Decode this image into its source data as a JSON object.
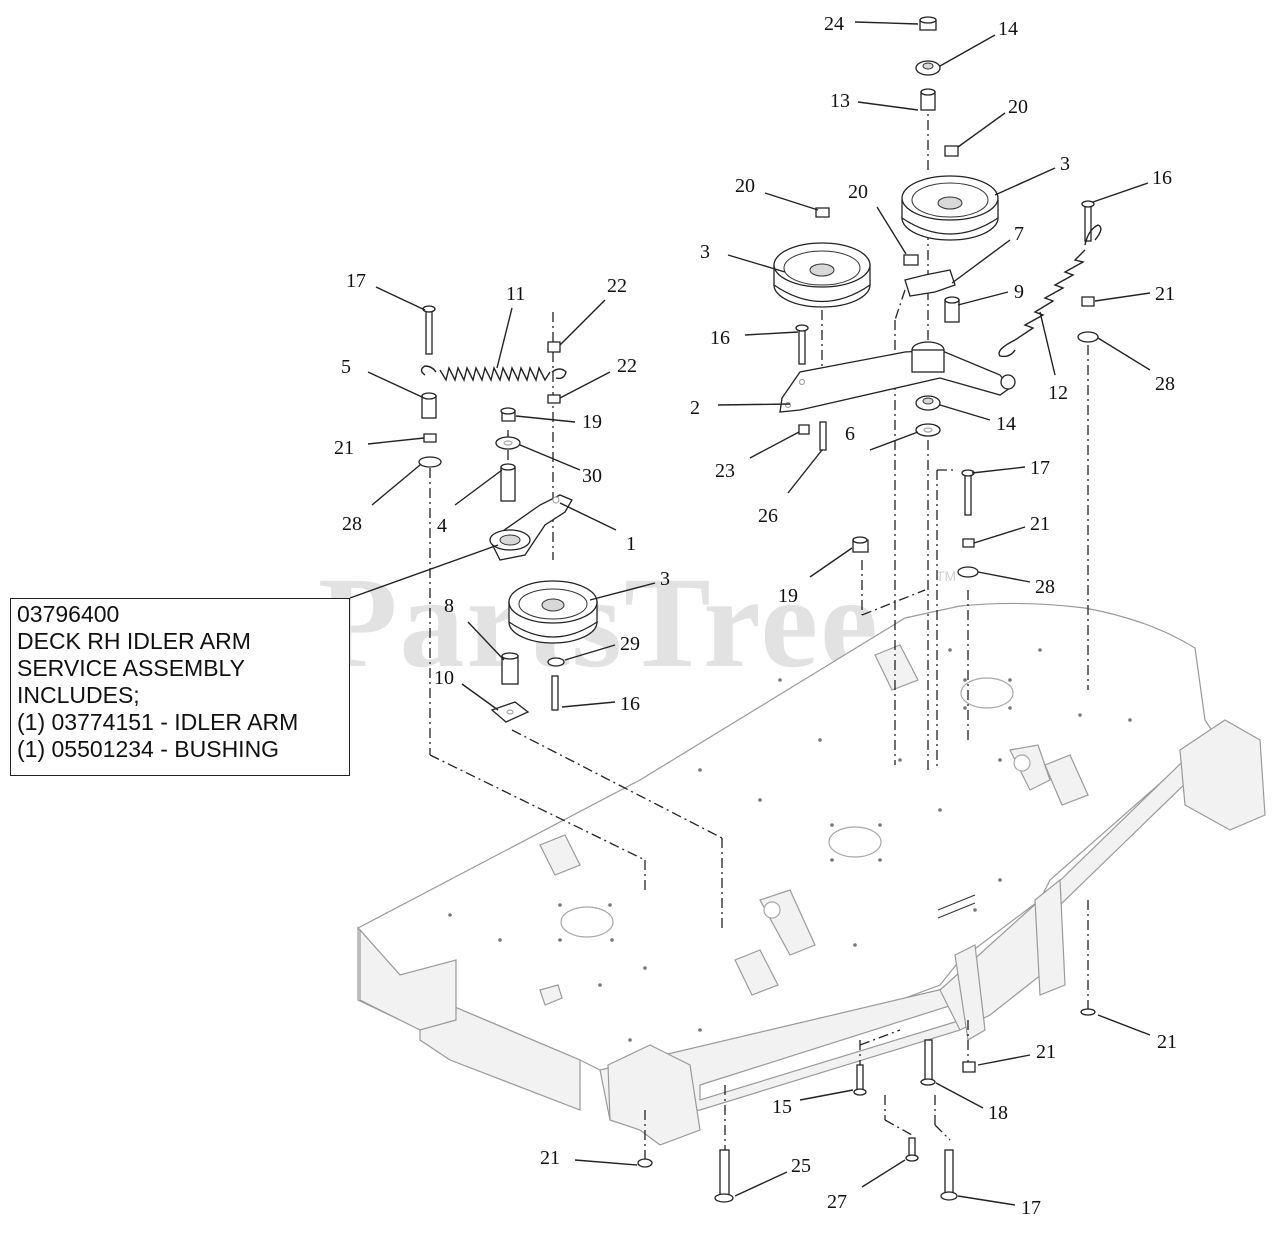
{
  "watermark": {
    "text": "PartsTree",
    "tm": "TM"
  },
  "service_note": {
    "lines": [
      "03796400",
      "DECK RH IDLER ARM",
      "SERVICE ASSEMBLY",
      "INCLUDES;",
      "(1) 03774151 - IDLER ARM",
      "(1) 05501234 - BUSHING"
    ]
  },
  "callouts": [
    {
      "id": "c1",
      "label": "24"
    },
    {
      "id": "c2",
      "label": "14"
    },
    {
      "id": "c3",
      "label": "13"
    },
    {
      "id": "c4",
      "label": "20"
    },
    {
      "id": "c5",
      "label": "3"
    },
    {
      "id": "c6",
      "label": "20"
    },
    {
      "id": "c7",
      "label": "20"
    },
    {
      "id": "c8",
      "label": "16"
    },
    {
      "id": "c9",
      "label": "3"
    },
    {
      "id": "c10",
      "label": "7"
    },
    {
      "id": "c11",
      "label": "9"
    },
    {
      "id": "c12",
      "label": "21"
    },
    {
      "id": "c13",
      "label": "16"
    },
    {
      "id": "c14",
      "label": "28"
    },
    {
      "id": "c15",
      "label": "12"
    },
    {
      "id": "c16",
      "label": "2"
    },
    {
      "id": "c17",
      "label": "14"
    },
    {
      "id": "c18",
      "label": "23"
    },
    {
      "id": "c19",
      "label": "6"
    },
    {
      "id": "c20",
      "label": "26"
    },
    {
      "id": "c21",
      "label": "17"
    },
    {
      "id": "c22",
      "label": "21"
    },
    {
      "id": "c23",
      "label": "28"
    },
    {
      "id": "c24",
      "label": "19"
    },
    {
      "id": "c25",
      "label": "17"
    },
    {
      "id": "c26",
      "label": "11"
    },
    {
      "id": "c27",
      "label": "22"
    },
    {
      "id": "c28",
      "label": "5"
    },
    {
      "id": "c29",
      "label": "22"
    },
    {
      "id": "c30",
      "label": "19"
    },
    {
      "id": "c31",
      "label": "21"
    },
    {
      "id": "c32",
      "label": "30"
    },
    {
      "id": "c33",
      "label": "28"
    },
    {
      "id": "c34",
      "label": "4"
    },
    {
      "id": "c35",
      "label": "1"
    },
    {
      "id": "c36",
      "label": "3"
    },
    {
      "id": "c37",
      "label": "8"
    },
    {
      "id": "c38",
      "label": "29"
    },
    {
      "id": "c39",
      "label": "10"
    },
    {
      "id": "c40",
      "label": "16"
    },
    {
      "id": "c41",
      "label": "21"
    },
    {
      "id": "c42",
      "label": "21"
    },
    {
      "id": "c43",
      "label": "15"
    },
    {
      "id": "c44",
      "label": "18"
    },
    {
      "id": "c45",
      "label": "21"
    },
    {
      "id": "c46",
      "label": "25"
    },
    {
      "id": "c47",
      "label": "27"
    },
    {
      "id": "c48",
      "label": "17"
    }
  ]
}
